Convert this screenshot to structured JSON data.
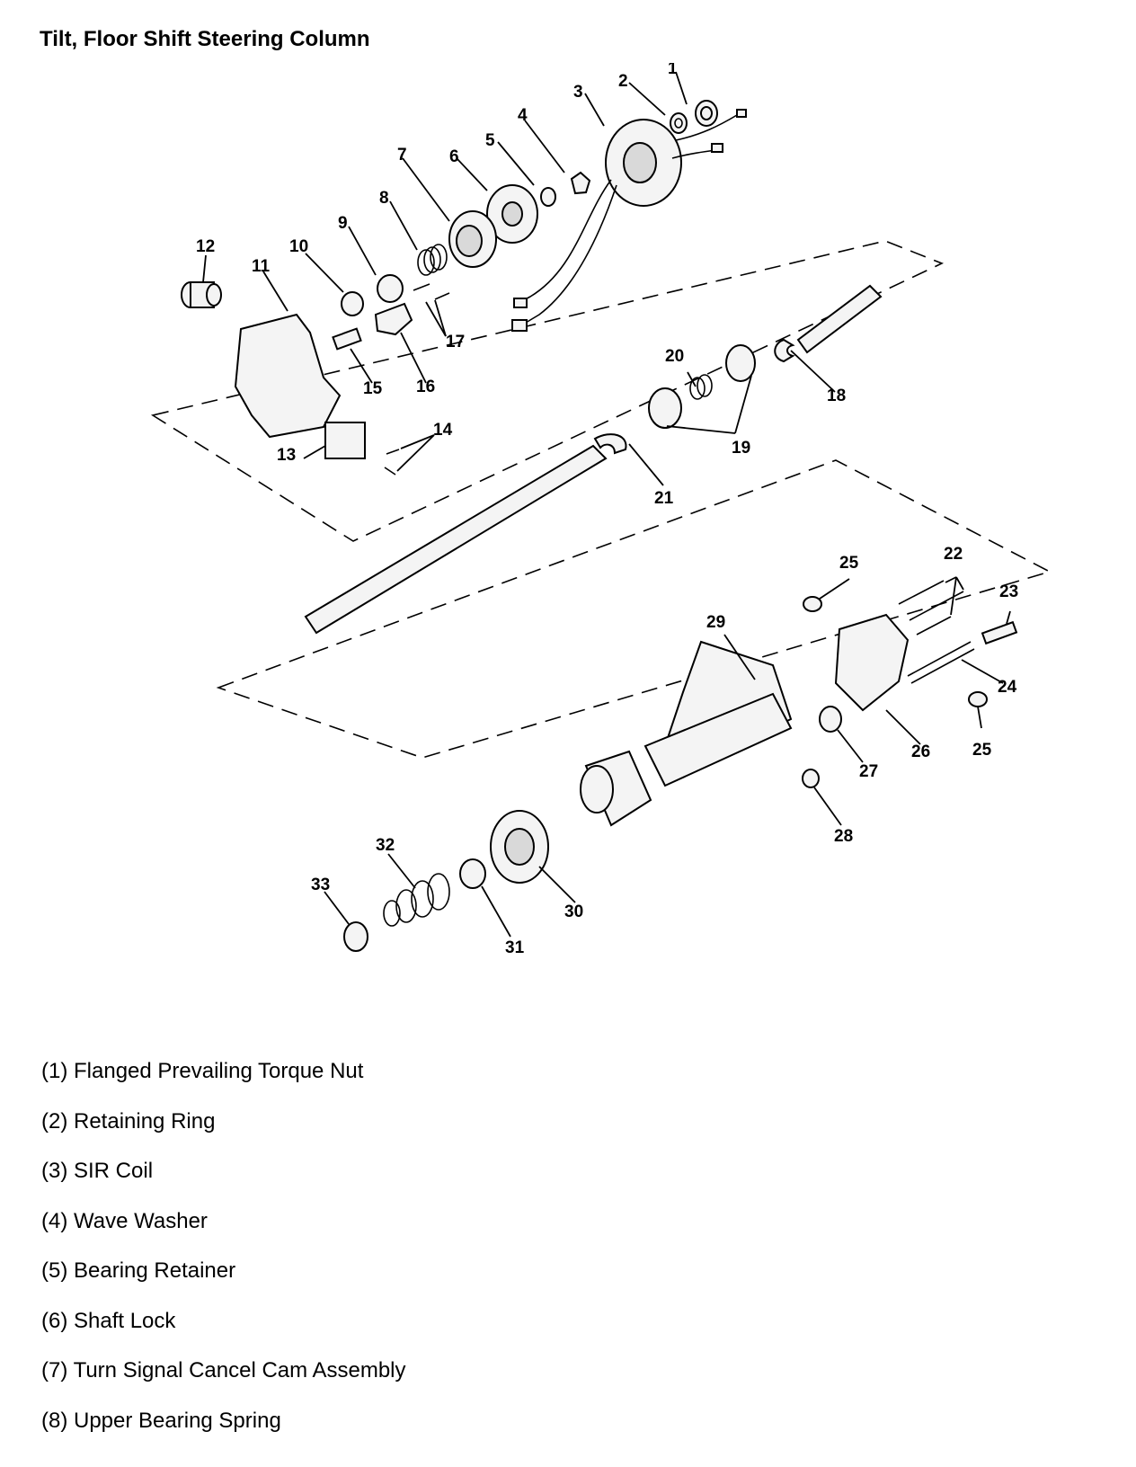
{
  "title": "Tilt, Floor Shift Steering Column",
  "callouts": {
    "c1": "1",
    "c2": "2",
    "c3": "3",
    "c4": "4",
    "c5": "5",
    "c6": "6",
    "c7": "7",
    "c8": "8",
    "c9": "9",
    "c10": "10",
    "c11": "11",
    "c12": "12",
    "c13": "13",
    "c14": "14",
    "c15": "15",
    "c16": "16",
    "c17": "17",
    "c18": "18",
    "c19": "19",
    "c20": "20",
    "c21": "21",
    "c22": "22",
    "c23": "23",
    "c24": "24",
    "c25a": "25",
    "c25b": "25",
    "c26": "26",
    "c27": "27",
    "c28": "28",
    "c29": "29",
    "c30": "30",
    "c31": "31",
    "c32": "32",
    "c33": "33"
  },
  "legend": [
    "(1) Flanged Prevailing Torque Nut",
    "(2) Retaining Ring",
    "(3) SIR Coil",
    "(4) Wave Washer",
    "(5) Bearing Retainer",
    "(6) Shaft Lock",
    "(7) Turn Signal Cancel Cam Assembly",
    "(8) Upper Bearing Spring"
  ]
}
